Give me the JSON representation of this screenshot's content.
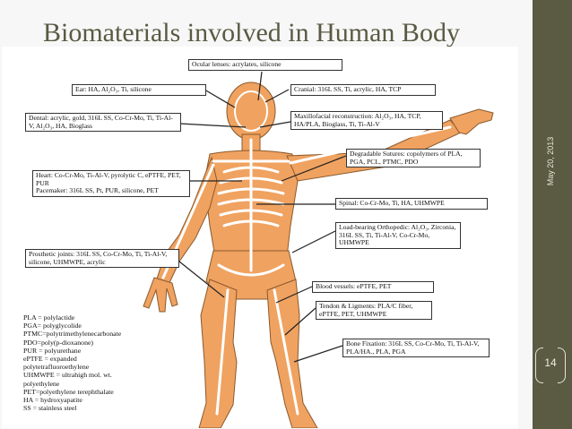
{
  "title": "Biomaterials involved in Human Body",
  "date": "May 20, 2013",
  "page_number": "14",
  "colors": {
    "accent_bar": "#5b5a42",
    "body_fill": "#f0a260",
    "title": "#5a5a44"
  },
  "labels": {
    "ocular": "Ocular lenses: acrylates, silicone",
    "ear": "Ear: HA, Al₂O₃, Ti, silicone",
    "cranial": "Cranial: 316L SS, Ti, acrylic, HA, TCP",
    "dental": "Dental: acrylic, gold, 316L SS, Co-Cr-Mo, Ti, Ti-Al-V, Al₂O₃, HA, Bioglass",
    "maxillofacial": "Maxillofacial reconstruction: Al₂O₃, HA, TCP, HA/PLA, Bioglass, Ti, Ti-Al-V",
    "sutures": "Degradable Sutures: copolymers of PLA, PGA, PCL, PTMC, PDO",
    "heart": "Heart: Co-Cr-Mo, Ti-Al-V, pyrolytic C, ePTFE, PET, PUR",
    "pacemaker": "Pacemaker: 316L SS, Pt, PUR, silicone, PET",
    "spinal": "Spinal: Co-Cr-Mo, Ti, HA, UHMWPE",
    "load_bearing": "Load-bearing Orthopedic: Al₂O₃, Zirconia, 316L SS, Ti, Ti-Al-V, Co-Cr-Mo, UHMWPE",
    "prosthetic": "Prosthetic joints: 316L SS, Co-Cr-Mo, Ti, Ti-Al-V, silicone, UHMWPE, acrylic",
    "blood_vessels": "Blood vessels: ePTFE, PET",
    "tendon": "Tendon & Ligments: PLA/C fiber, ePTFE, PET, UHMWPE",
    "bone_fixation": "Bone Fixation: 316L SS, Co-Cr-Mo, Ti, Ti-Al-V, PLA/HA., PLA, PGA"
  },
  "legend": [
    "PLA = polylactide",
    "PGA= polyglycolide",
    "PTMC=polytrimethylenecarbonate",
    "PDO=poly(p-dioxanone)",
    "PUR = polyurethane",
    "ePTFE = expanded",
    "polytetrafluoroethylene",
    "UHMWPE = ultrahigh mol. wt.",
    "polyethylene",
    "PET=polyethylene terephthalate",
    "HA = hydroxyapatite",
    "SS = stainless steel"
  ]
}
